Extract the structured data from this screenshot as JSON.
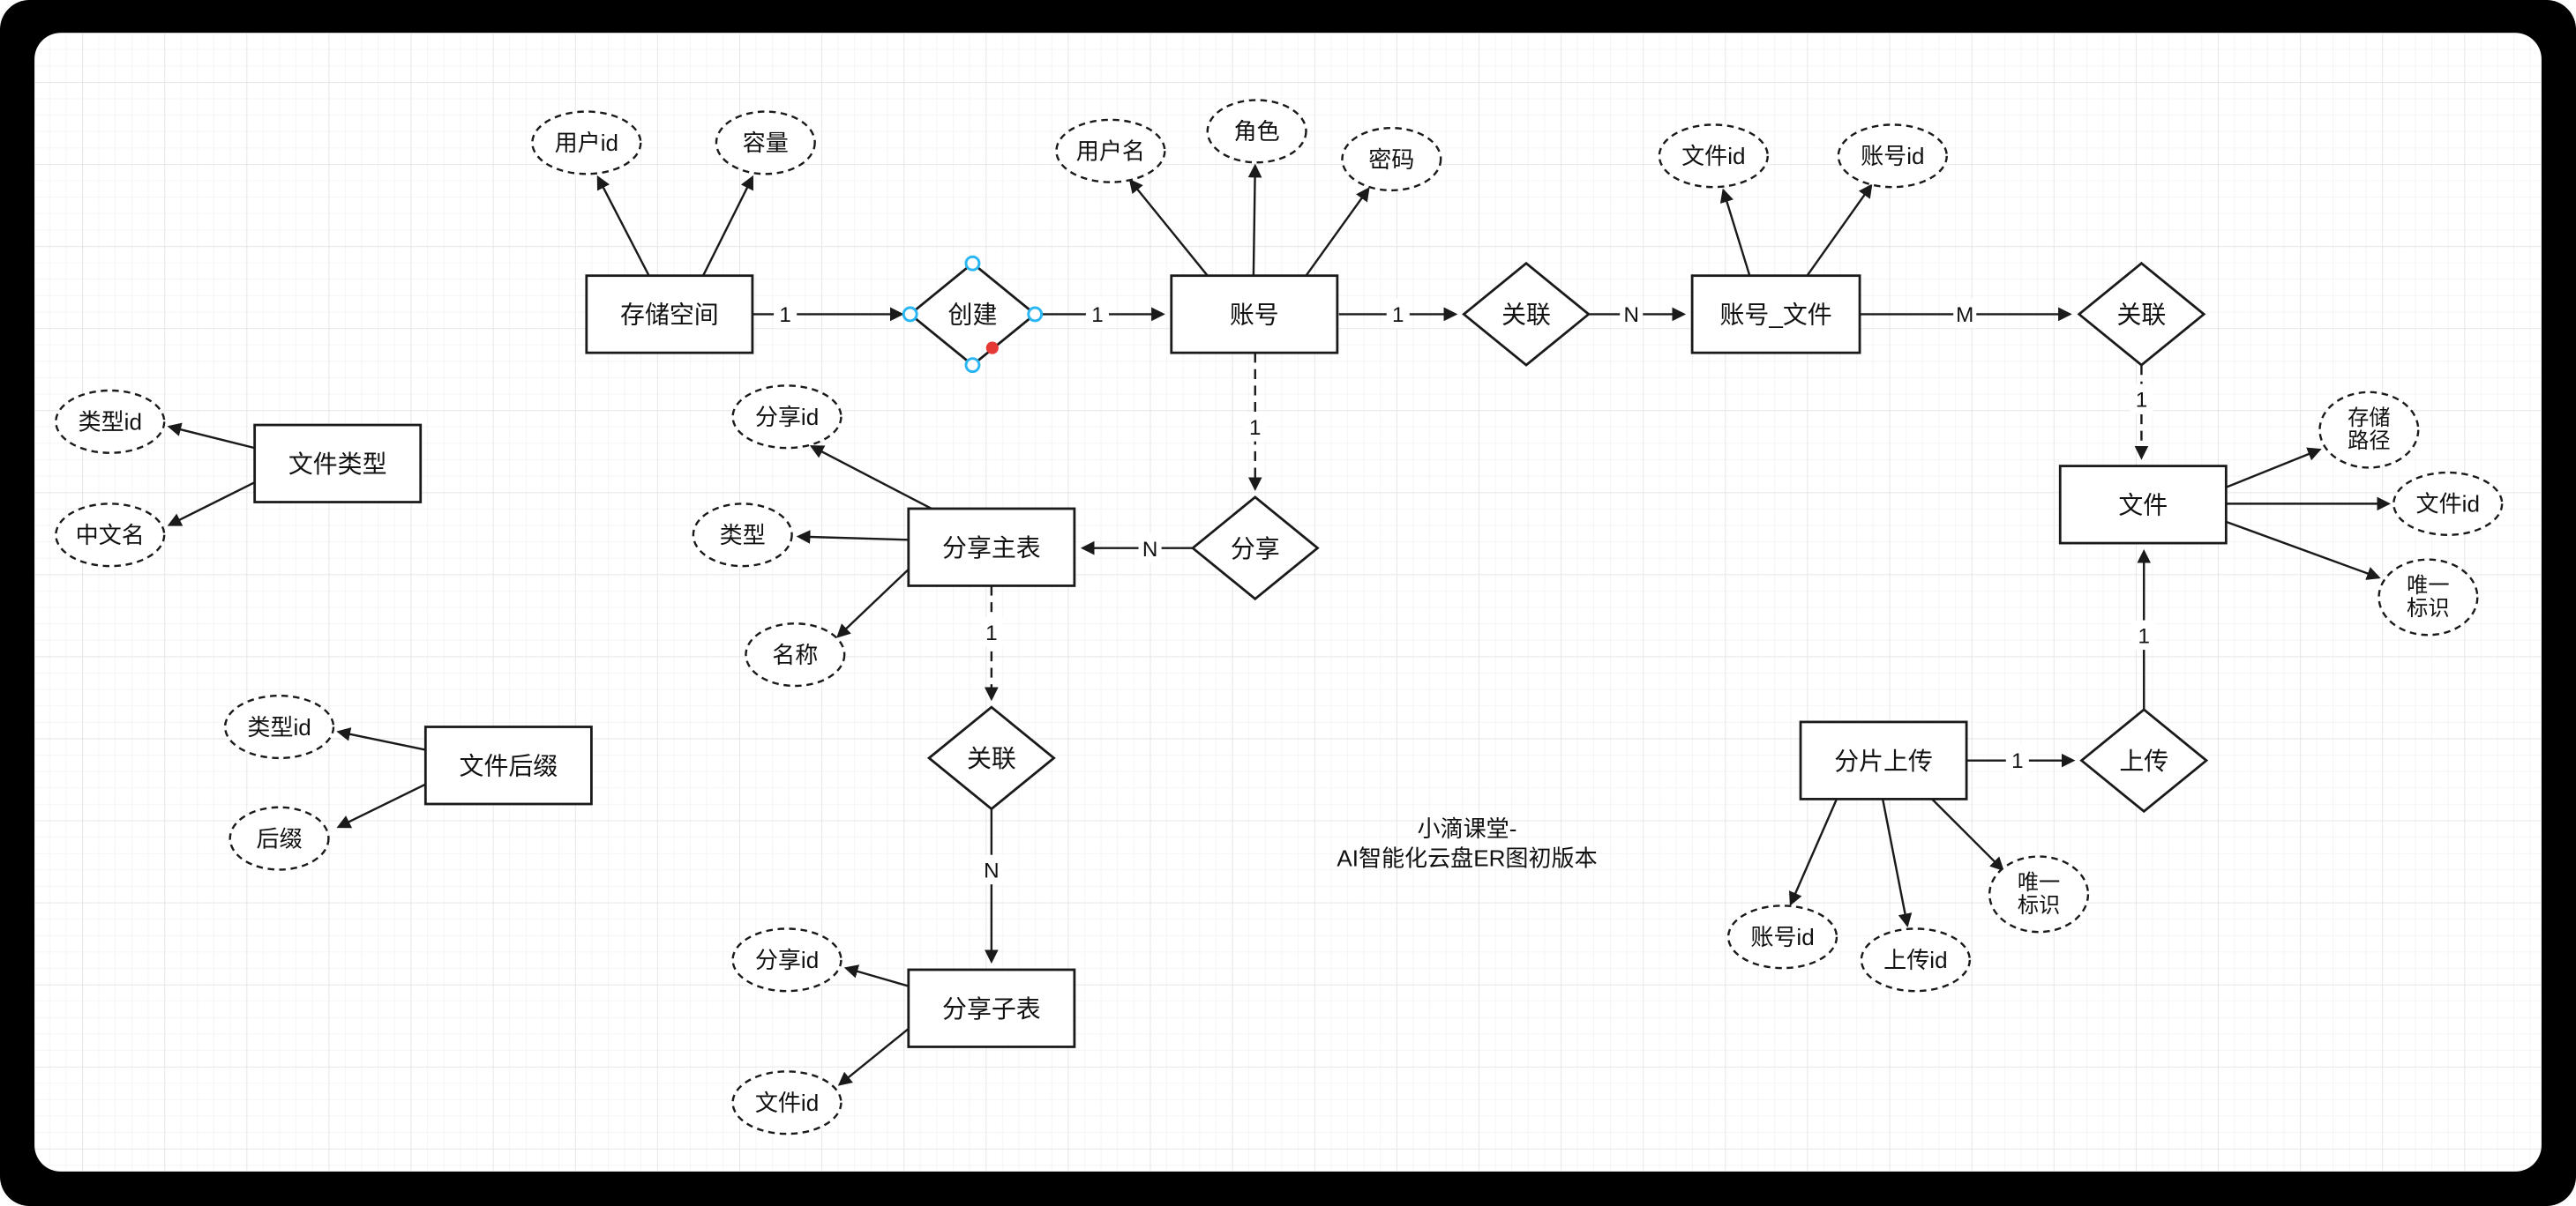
{
  "diagram": {
    "caption": {
      "line1": "小滴课堂-",
      "line2": "AI智能化云盘ER图初版本"
    },
    "entities": {
      "storage_space": "存储空间",
      "account": "账号",
      "account_file": "账号_文件",
      "file": "文件",
      "file_type": "文件类型",
      "file_suffix": "文件后缀",
      "share_main": "分享主表",
      "share_sub": "分享子表",
      "chunk_upload": "分片上传"
    },
    "relations": {
      "create": "创建",
      "assoc_account_file": "关联",
      "assoc_file": "关联",
      "share": "分享",
      "assoc_share": "关联",
      "upload": "上传"
    },
    "attributes": {
      "user_id": "用户id",
      "capacity": "容量",
      "username": "用户名",
      "role": "角色",
      "password": "密码",
      "file_id_a": "文件id",
      "account_id_a": "账号id",
      "type_id_a": "类型id",
      "cn_name": "中文名",
      "share_id_a": "分享id",
      "type": "类型",
      "name": "名称",
      "type_id_b": "类型id",
      "suffix": "后缀",
      "share_id_b": "分享id",
      "file_id_b": "文件id",
      "file_id_c": "文件id",
      "account_id_b": "账号id",
      "upload_id": "上传id",
      "storage_path": {
        "line1": "存储",
        "line2": "路径"
      },
      "unique_a": {
        "line1": "唯一",
        "line2": "标识"
      },
      "unique_b": {
        "line1": "唯一",
        "line2": "标识"
      }
    },
    "cardinalities": {
      "storage_create": "1",
      "create_account": "1",
      "account_assoc": "1",
      "assoc_accountfile": "N",
      "accountfile_assoc2": "M",
      "assoc2_file": "1",
      "account_share": "1",
      "share_sharemain": "N",
      "sharemain_assoc3": "1",
      "assoc3_sharesub": "N",
      "chunkupload_upload": "1",
      "upload_file": "1"
    },
    "colors": {
      "frame": "#000000",
      "canvas": "#ffffff",
      "stroke": "#1a1a1a",
      "grid_minor": "#efefef",
      "grid_major": "#e3e3e3",
      "selection_handle": "#29b6f2",
      "endpoint_dot": "#e53935"
    }
  }
}
